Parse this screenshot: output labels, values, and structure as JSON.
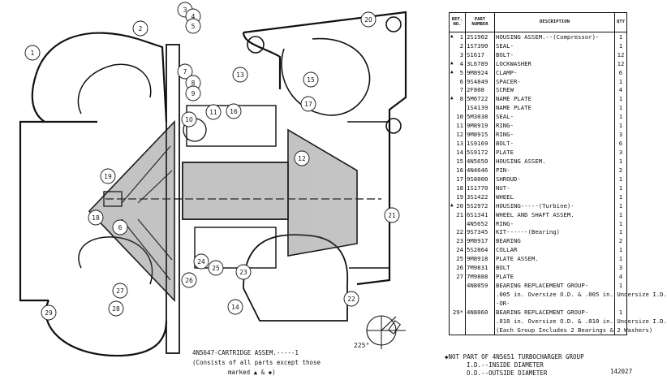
{
  "table": {
    "headers": {
      "ref": "REF. NO.",
      "part": "PART NUMBER",
      "desc": "DESCRIPTION",
      "qty": "QTY"
    },
    "rows": [
      {
        "mark": "▲",
        "ref": "1",
        "part": "2S1902",
        "desc": "HOUSING ASSEM.--(Compressor)-",
        "qty": "1"
      },
      {
        "mark": "",
        "ref": "2",
        "part": "1S7390",
        "desc": "SEAL-",
        "qty": "1"
      },
      {
        "mark": "",
        "ref": "3",
        "part": "S1617",
        "desc": "BOLT-",
        "qty": "12"
      },
      {
        "mark": "▲",
        "ref": "4",
        "part": "3L6789",
        "desc": "LOCKWASHER",
        "qty": "12"
      },
      {
        "mark": "▲",
        "ref": "5",
        "part": "9M8924",
        "desc": "CLAMP-",
        "qty": "6"
      },
      {
        "mark": "",
        "ref": "6",
        "part": "9S4849",
        "desc": "SPACER-",
        "qty": "1"
      },
      {
        "mark": "",
        "ref": "7",
        "part": "2F808",
        "desc": "SCREW",
        "qty": "4"
      },
      {
        "mark": "▲",
        "ref": "8",
        "part": "5M6722",
        "desc": "NAME PLATE",
        "qty": "1"
      },
      {
        "mark": "",
        "ref": "",
        "part": "1S4139",
        "desc": "NAME PLATE",
        "qty": "1"
      },
      {
        "mark": "",
        "ref": "10",
        "part": "5M3038",
        "desc": "SEAL-",
        "qty": "1"
      },
      {
        "mark": "",
        "ref": "11",
        "part": "9M8919",
        "desc": "RING-",
        "qty": "1"
      },
      {
        "mark": "",
        "ref": "12",
        "part": "9M8915",
        "desc": "RING-",
        "qty": "3"
      },
      {
        "mark": "",
        "ref": "13",
        "part": "1S9169",
        "desc": "BOLT-",
        "qty": "6"
      },
      {
        "mark": "",
        "ref": "14",
        "part": "5S9172",
        "desc": "PLATE",
        "qty": "3"
      },
      {
        "mark": "",
        "ref": "15",
        "part": "4N5650",
        "desc": "HOUSING ASSEM.",
        "qty": "1"
      },
      {
        "mark": "",
        "ref": "16",
        "part": "4N4646",
        "desc": "PIN-",
        "qty": "2"
      },
      {
        "mark": "",
        "ref": "17",
        "part": "9S8000",
        "desc": "SHROUD-",
        "qty": "1"
      },
      {
        "mark": "",
        "ref": "18",
        "part": "1S1770",
        "desc": "NUT-",
        "qty": "1"
      },
      {
        "mark": "",
        "ref": "19",
        "part": "3S1422",
        "desc": "WHEEL",
        "qty": "1"
      },
      {
        "mark": "▲",
        "ref": "20",
        "part": "5S2972",
        "desc": "HOUSING-----(Turbine)-",
        "qty": "1"
      },
      {
        "mark": "",
        "ref": "21",
        "part": "6S1341",
        "desc": "WHEEL AND SHAFT ASSEM.",
        "qty": "1"
      },
      {
        "mark": "",
        "ref": "",
        "part": "4N5652",
        "desc": "RING-",
        "qty": "1"
      },
      {
        "mark": "",
        "ref": "22",
        "part": "9S7345",
        "desc": "KIT------(Bearing)",
        "qty": "1"
      },
      {
        "mark": "",
        "ref": "23",
        "part": "9M8917",
        "desc": "BEARING",
        "qty": "2"
      },
      {
        "mark": "",
        "ref": "24",
        "part": "5S2864",
        "desc": "COLLAR",
        "qty": "1"
      },
      {
        "mark": "",
        "ref": "25",
        "part": "9M8918",
        "desc": "PLATE ASSEM.",
        "qty": "1"
      },
      {
        "mark": "",
        "ref": "26",
        "part": "7M9831",
        "desc": "BOLT",
        "qty": "3"
      },
      {
        "mark": "",
        "ref": "27",
        "part": "7M9888",
        "desc": "PLATE",
        "qty": "4"
      },
      {
        "mark": "",
        "ref": "",
        "part": "4N8059",
        "desc": "BEARING REPLACEMENT GROUP-",
        "qty": "1"
      },
      {
        "mark": "",
        "ref": "",
        "part": "",
        "desc": ".005 in. Oversize O.D. & .005 in. Undersize I.D.",
        "qty": ""
      },
      {
        "mark": "",
        "ref": "",
        "part": "",
        "desc": "-OR-",
        "qty": ""
      },
      {
        "mark": "",
        "ref": "29*",
        "part": "4N8060",
        "desc": "BEARING REPLACEMENT GROUP-",
        "qty": "1"
      },
      {
        "mark": "",
        "ref": "",
        "part": "",
        "desc": ".010 in. Oversize O.D. & .010 in. Undersize I.D.",
        "qty": ""
      },
      {
        "mark": "",
        "ref": "",
        "part": "",
        "desc": "(Each Group Includes 2 Bearings & 2 Washers)",
        "qty": ""
      }
    ]
  },
  "notes": {
    "line1": "◆NOT PART OF 4N5651 TURBOCHARGER GROUP",
    "line2": "I.D.--INSIDE DIAMETER",
    "line3": "O.D.--OUTSIDE DIAMETER",
    "figure_id": "142027"
  },
  "caption": {
    "line1": "4N5647-CARTRIDGE ASSEM.-----1",
    "line2": "(Consists of all parts except those",
    "line3": "marked ▲ & ◆)"
  },
  "angle_label": "225°",
  "callouts": [
    "1",
    "2",
    "3",
    "4",
    "5",
    "6",
    "7",
    "8",
    "9",
    "10",
    "11",
    "12",
    "13",
    "14",
    "15",
    "16",
    "17",
    "18",
    "19",
    "20",
    "21",
    "22",
    "23",
    "24",
    "25",
    "26",
    "27",
    "28",
    "29"
  ]
}
